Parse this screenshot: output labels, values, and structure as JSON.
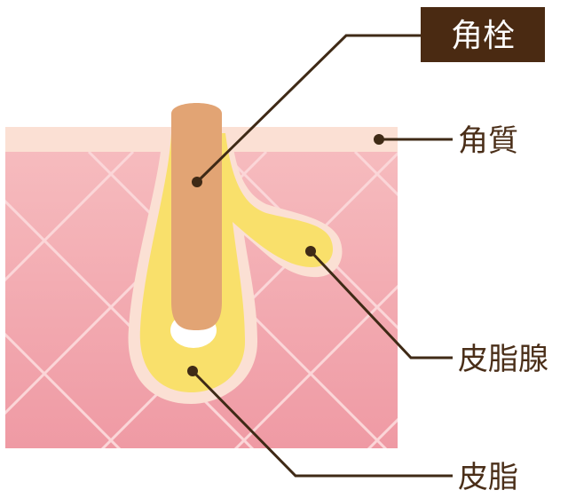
{
  "diagram": {
    "labels": {
      "plug": "角栓",
      "stratum_corneum": "角質",
      "sebaceous_gland": "皮脂腺",
      "sebum": "皮脂"
    },
    "colors": {
      "skin_top": "#f6b9bc",
      "skin_bottom": "#ef9aa3",
      "skin_grid_line": "#fbd7d8",
      "stratum_corneum": "#fbe0d5",
      "follicle_outline": "#fbe0d5",
      "sebum": "#f9e06a",
      "plug": "#e2a474",
      "pointer_line": "#3f2a16",
      "title_bg": "#4a2a12",
      "title_text": "#ffffff",
      "label_text": "#4a2e18"
    }
  }
}
